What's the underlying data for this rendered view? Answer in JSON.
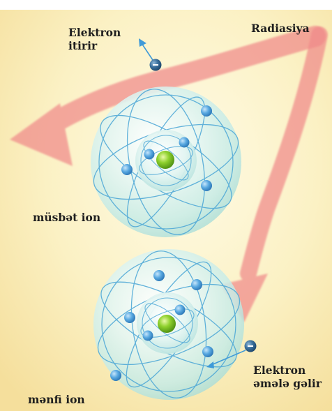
{
  "labels": {
    "electron_lost_line1": "Elektron",
    "electron_lost_line2": "itirir",
    "radiation": "Radiasiya",
    "positive_ion": "müsbət ion",
    "electron_gained_line1": "Elektron",
    "electron_gained_line2": "əmələ gəlir",
    "negative_ion": "mənfi ion"
  },
  "electron_sign": "-",
  "colors": {
    "background_light": "#fdf8dc",
    "background_warm": "#f7e3a2",
    "radiation_arrow": "#f08a8a",
    "atom_shell": "#c8ece9",
    "orbit": "#4aa6d6",
    "electron": "#3f9ad8",
    "nucleus": "#7cc62a"
  }
}
